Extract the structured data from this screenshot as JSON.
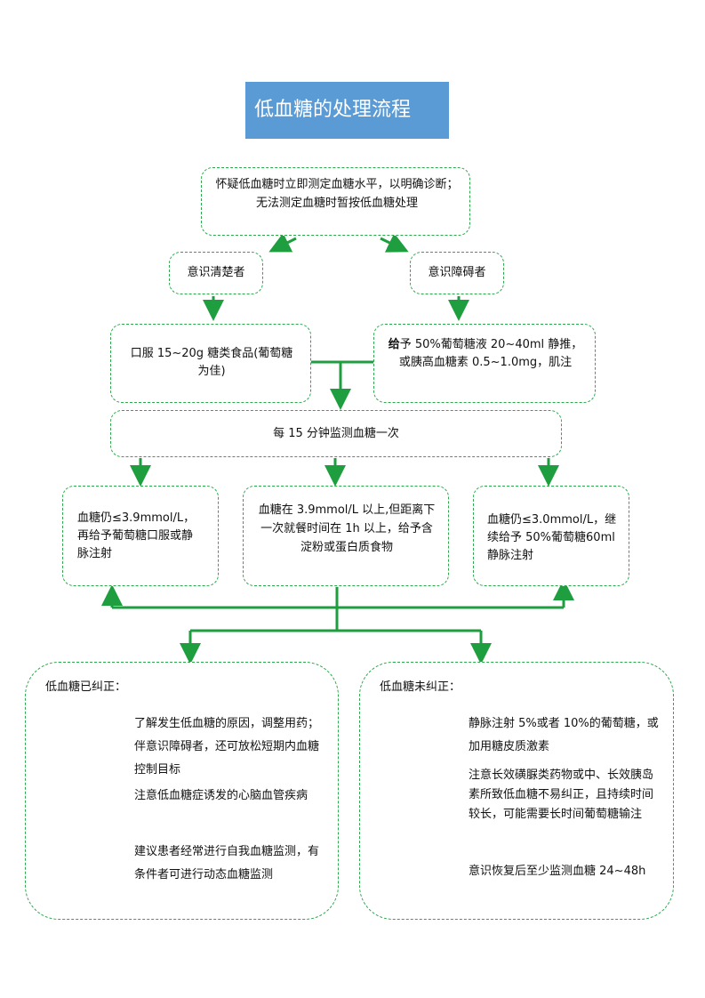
{
  "title": "低血糖的处理流程",
  "start": "怀疑低血糖时立即测定血糖水平，以明确诊断；无法测定血糖时暂按低血糖处理",
  "branch_conscious": "意识清楚者",
  "branch_impaired": "意识障碍者",
  "oral": "口服 15~20g 糖类食品(葡萄糖为佳)",
  "iv_prefix": "给",
  "iv": "予 50%葡萄糖液 20~40ml 静推，或胰高血糖素 0.5~1.0mg，肌注",
  "monitor": "每 15 分钟监测血糖一次",
  "low": "血糖仍≤3.9mmol/L，再给予葡萄糖口服或静脉注射",
  "mid": "血糖在 3.9mmol/L 以上,但距离下一次就餐时间在 1h 以上，给予含淀粉或蛋白质食物",
  "verylow": "血糖仍≤3.0mmol/L，继续给予 50%葡萄糖60ml 静脉注射",
  "corrected": {
    "heading": "低血糖已纠正：",
    "items": [
      "了解发生低血糖的原因，调整用药；伴意识障碍者，还可放松短期内血糖控制目标",
      "注意低血糖症诱发的心脑血管疾病",
      "建议患者经常进行自我血糖监测，有条件者可进行动态血糖监测"
    ]
  },
  "uncorrected": {
    "heading": "低血糖未纠正：",
    "items": [
      "静脉注射 5%或者 10%的葡萄糖，或加用糖皮质激素",
      "注意长效磺脲类药物或中、长效胰岛素所致低血糖不易纠正，且持续时间较长，可能需要长时间葡萄糖输注",
      "意识恢复后至少监测血糖 24~48h"
    ]
  },
  "colors": {
    "title_bg": "#5b9bd5",
    "border": "#2aa84a",
    "arrow": "#1e9e3e"
  }
}
